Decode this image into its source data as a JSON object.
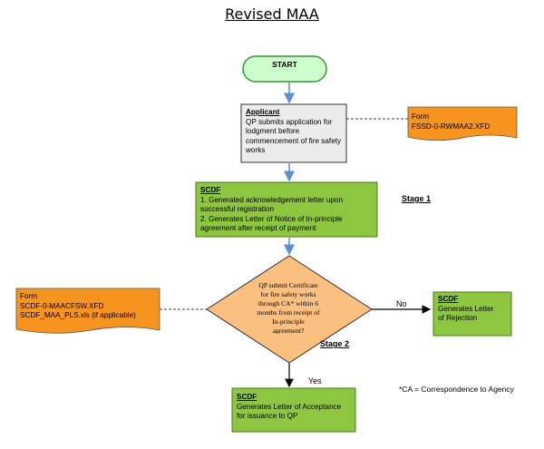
{
  "title": "Revised MAA",
  "start": {
    "label": "START"
  },
  "applicant": {
    "heading": "Applicant",
    "lines": [
      "QP submits application for",
      "lodgment before",
      "commencement of fire safety",
      "works"
    ]
  },
  "form1": {
    "lines": [
      "Form",
      "FSSD-0-RWMAA2.XFD"
    ]
  },
  "scdf1": {
    "heading": "SCDF",
    "lines": [
      "1. Generated acknowledgement letter upon",
      "successful registration",
      "2. Generates Letter of Notice of In-principle",
      "agreement after receipt of payment"
    ]
  },
  "stage1": "Stage 1",
  "decision": {
    "lines": [
      "QP submit Certificate",
      "for fire safety works",
      "through CA* within 6",
      "months from receipt of",
      "In-principle",
      "agreement?"
    ]
  },
  "form2": {
    "lines": [
      "Form",
      "SCDF-0-MAACFSW.XFD",
      "SCDF_MAA_PLS.xls (if applicable)"
    ]
  },
  "no_label": "No",
  "rejection": {
    "heading": "SCDF",
    "lines": [
      "Generates Letter",
      "of Rejection"
    ]
  },
  "stage2": "Stage 2",
  "yes_label": "Yes",
  "acceptance": {
    "heading": "SCDF",
    "lines": [
      "Generates Letter of Acceptance",
      "for issuance to QP"
    ]
  },
  "ca_note": "*CA = Correspondence to Agency",
  "colors": {
    "start_fill": "#ccffcc",
    "start_stroke": "#339933",
    "applicant_fill": "#ececec",
    "scdf_fill": "#8dc63f",
    "decision_fill": "#fbbf7f",
    "form_fill": "#f7941d",
    "arrow": "#5b8fd6"
  }
}
